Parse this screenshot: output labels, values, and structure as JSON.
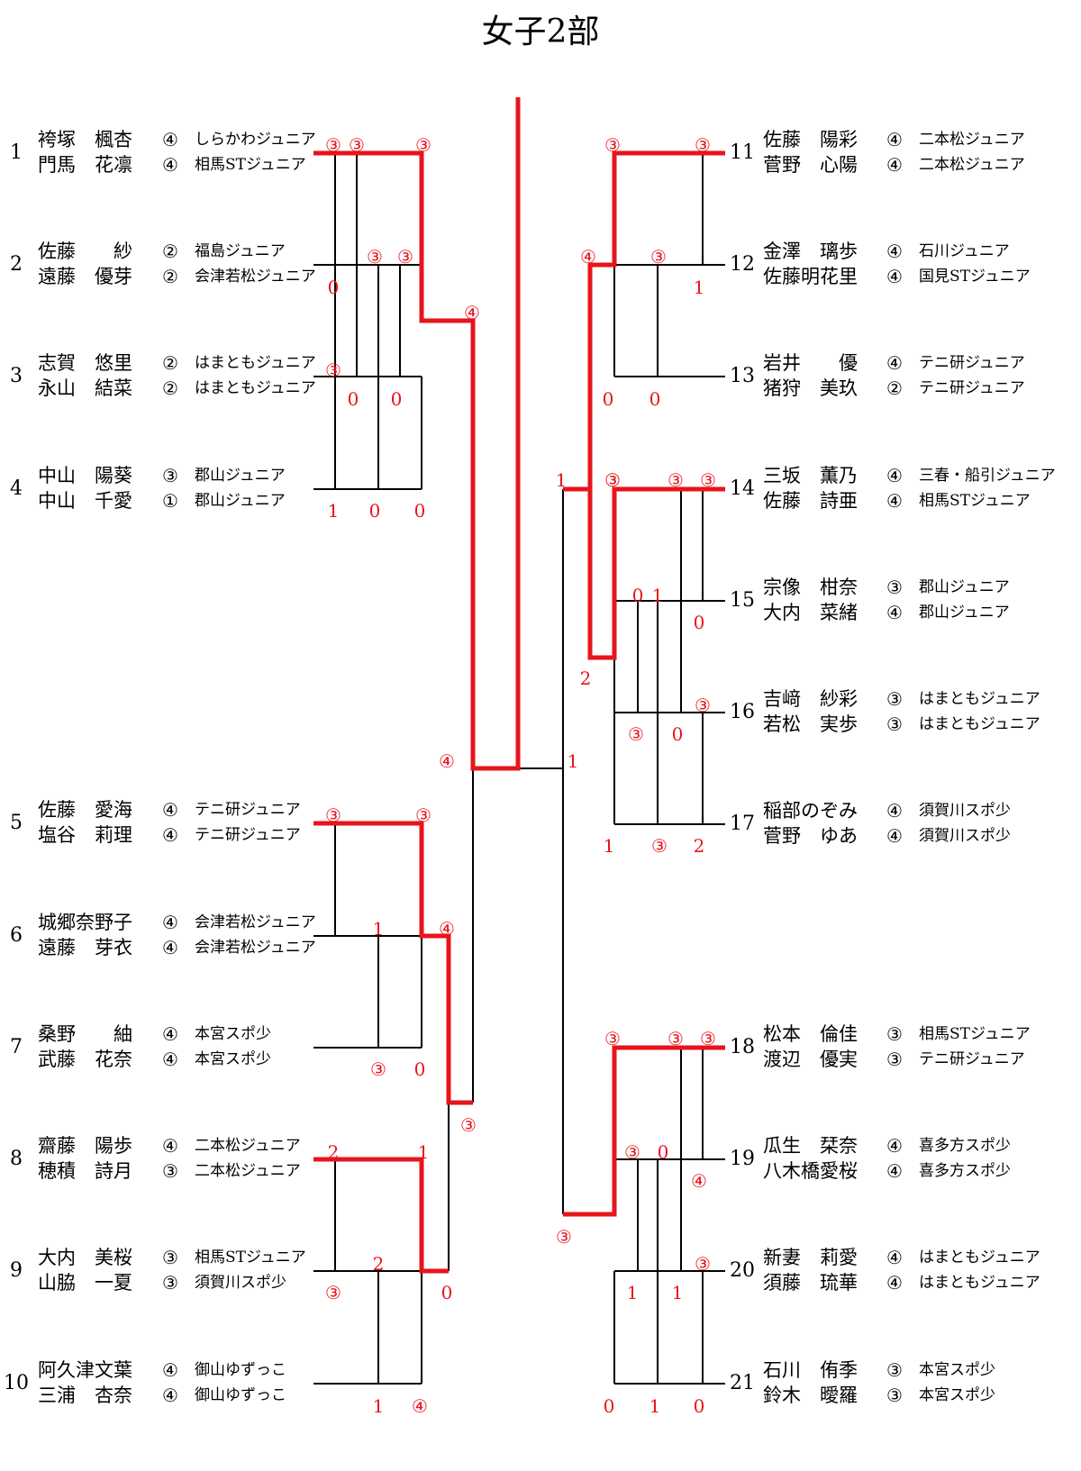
{
  "title": "女子2部",
  "colors": {
    "winner_line": "#e8141b",
    "line": "#000000",
    "score": "#e8141b"
  },
  "pairs": [
    {
      "num": "1",
      "side": "left",
      "players": [
        {
          "name": "袴塚　楓杏",
          "grade": "④",
          "team": "しらかわジュニア"
        },
        {
          "name": "門馬　花凛",
          "grade": "④",
          "team": "相馬STジュニア"
        }
      ]
    },
    {
      "num": "2",
      "side": "left",
      "players": [
        {
          "name": "佐藤　　紗",
          "grade": "②",
          "team": "福島ジュニア"
        },
        {
          "name": "遠藤　優芽",
          "grade": "②",
          "team": "会津若松ジュニア"
        }
      ]
    },
    {
      "num": "3",
      "side": "left",
      "players": [
        {
          "name": "志賀　悠里",
          "grade": "②",
          "team": "はまともジュニア"
        },
        {
          "name": "永山　結菜",
          "grade": "②",
          "team": "はまともジュニア"
        }
      ]
    },
    {
      "num": "4",
      "side": "left",
      "players": [
        {
          "name": "中山　陽葵",
          "grade": "③",
          "team": "郡山ジュニア"
        },
        {
          "name": "中山　千愛",
          "grade": "①",
          "team": "郡山ジュニア"
        }
      ]
    },
    {
      "num": "5",
      "side": "left",
      "players": [
        {
          "name": "佐藤　愛海",
          "grade": "④",
          "team": "テニ研ジュニア"
        },
        {
          "name": "塩谷　莉理",
          "grade": "④",
          "team": "テニ研ジュニア"
        }
      ]
    },
    {
      "num": "6",
      "side": "left",
      "players": [
        {
          "name": "城郷奈野子",
          "grade": "④",
          "team": "会津若松ジュニア"
        },
        {
          "name": "遠藤　芽衣",
          "grade": "④",
          "team": "会津若松ジュニア"
        }
      ]
    },
    {
      "num": "7",
      "side": "left",
      "players": [
        {
          "name": "桑野　　紬",
          "grade": "④",
          "team": "本宮スポ少"
        },
        {
          "name": "武藤　花奈",
          "grade": "④",
          "team": "本宮スポ少"
        }
      ]
    },
    {
      "num": "8",
      "side": "left",
      "players": [
        {
          "name": "齋藤　陽歩",
          "grade": "④",
          "team": "二本松ジュニア"
        },
        {
          "name": "穂積　詩月",
          "grade": "③",
          "team": "二本松ジュニア"
        }
      ]
    },
    {
      "num": "9",
      "side": "left",
      "players": [
        {
          "name": "大内　美桜",
          "grade": "③",
          "team": "相馬STジュニア"
        },
        {
          "name": "山脇　一夏",
          "grade": "③",
          "team": "須賀川スポ少"
        }
      ]
    },
    {
      "num": "10",
      "side": "left",
      "players": [
        {
          "name": "阿久津文葉",
          "grade": "④",
          "team": "御山ゆずっこ"
        },
        {
          "name": "三浦　杏奈",
          "grade": "④",
          "team": "御山ゆずっこ"
        }
      ]
    },
    {
      "num": "11",
      "side": "right",
      "players": [
        {
          "name": "佐藤　陽彩",
          "grade": "④",
          "team": "二本松ジュニア"
        },
        {
          "name": "菅野　心陽",
          "grade": "④",
          "team": "二本松ジュニア"
        }
      ]
    },
    {
      "num": "12",
      "side": "right",
      "players": [
        {
          "name": "金澤　璃歩",
          "grade": "④",
          "team": "石川ジュニア"
        },
        {
          "name": "佐藤明花里",
          "grade": "④",
          "team": "国見STジュニア"
        }
      ]
    },
    {
      "num": "13",
      "side": "right",
      "players": [
        {
          "name": "岩井　　優",
          "grade": "④",
          "team": "テニ研ジュニア"
        },
        {
          "name": "猪狩　美玖",
          "grade": "②",
          "team": "テニ研ジュニア"
        }
      ]
    },
    {
      "num": "14",
      "side": "right",
      "players": [
        {
          "name": "三坂　薫乃",
          "grade": "④",
          "team": "三春・船引ジュニア"
        },
        {
          "name": "佐藤　詩亜",
          "grade": "④",
          "team": "相馬STジュニア"
        }
      ]
    },
    {
      "num": "15",
      "side": "right",
      "players": [
        {
          "name": "宗像　柑奈",
          "grade": "③",
          "team": "郡山ジュニア"
        },
        {
          "name": "大内　菜緒",
          "grade": "④",
          "team": "郡山ジュニア"
        }
      ]
    },
    {
      "num": "16",
      "side": "right",
      "players": [
        {
          "name": "吉﨑　紗彩",
          "grade": "③",
          "team": "はまともジュニア"
        },
        {
          "name": "若松　実歩",
          "grade": "③",
          "team": "はまともジュニア"
        }
      ]
    },
    {
      "num": "17",
      "side": "right",
      "players": [
        {
          "name": "稲部のぞみ",
          "grade": "④",
          "team": "須賀川スポ少"
        },
        {
          "name": "菅野　ゆあ",
          "grade": "④",
          "team": "須賀川スポ少"
        }
      ]
    },
    {
      "num": "18",
      "side": "right",
      "players": [
        {
          "name": "松本　倫佳",
          "grade": "③",
          "team": "相馬STジュニア"
        },
        {
          "name": "渡辺　優実",
          "grade": "③",
          "team": "テニ研ジュニア"
        }
      ]
    },
    {
      "num": "19",
      "side": "right",
      "players": [
        {
          "name": "瓜生　栞奈",
          "grade": "④",
          "team": "喜多方スポ少"
        },
        {
          "name": "八木橋愛桜",
          "grade": "④",
          "team": "喜多方スポ少"
        }
      ]
    },
    {
      "num": "20",
      "side": "right",
      "players": [
        {
          "name": "新妻　莉愛",
          "grade": "④",
          "team": "はまともジュニア"
        },
        {
          "name": "須藤　琉華",
          "grade": "④",
          "team": "はまともジュニア"
        }
      ]
    },
    {
      "num": "21",
      "side": "right",
      "players": [
        {
          "name": "石川　侑季",
          "grade": "③",
          "team": "本宮スポ少"
        },
        {
          "name": "鈴木　曖羅",
          "grade": "③",
          "team": "本宮スポ少"
        }
      ]
    }
  ],
  "scores": [
    "③",
    "③",
    "③",
    "0",
    "③",
    "③",
    "③",
    "0",
    "0",
    "1",
    "0",
    "0",
    "④",
    "③",
    "③",
    "③",
    "1",
    "④",
    "③",
    "0",
    "0",
    "1",
    "③",
    "③",
    "③",
    "0",
    "1",
    "0",
    "2",
    "③",
    "③",
    "0",
    "1",
    "③",
    "2",
    "④",
    "1",
    "③",
    "③",
    "1",
    "④",
    "③",
    "0",
    "③",
    "2",
    "1",
    "2",
    "③",
    "0",
    "1",
    "④",
    "③",
    "③",
    "③",
    "③",
    "③",
    "0",
    "④",
    "③",
    "1",
    "1",
    "0",
    "1",
    "0"
  ]
}
